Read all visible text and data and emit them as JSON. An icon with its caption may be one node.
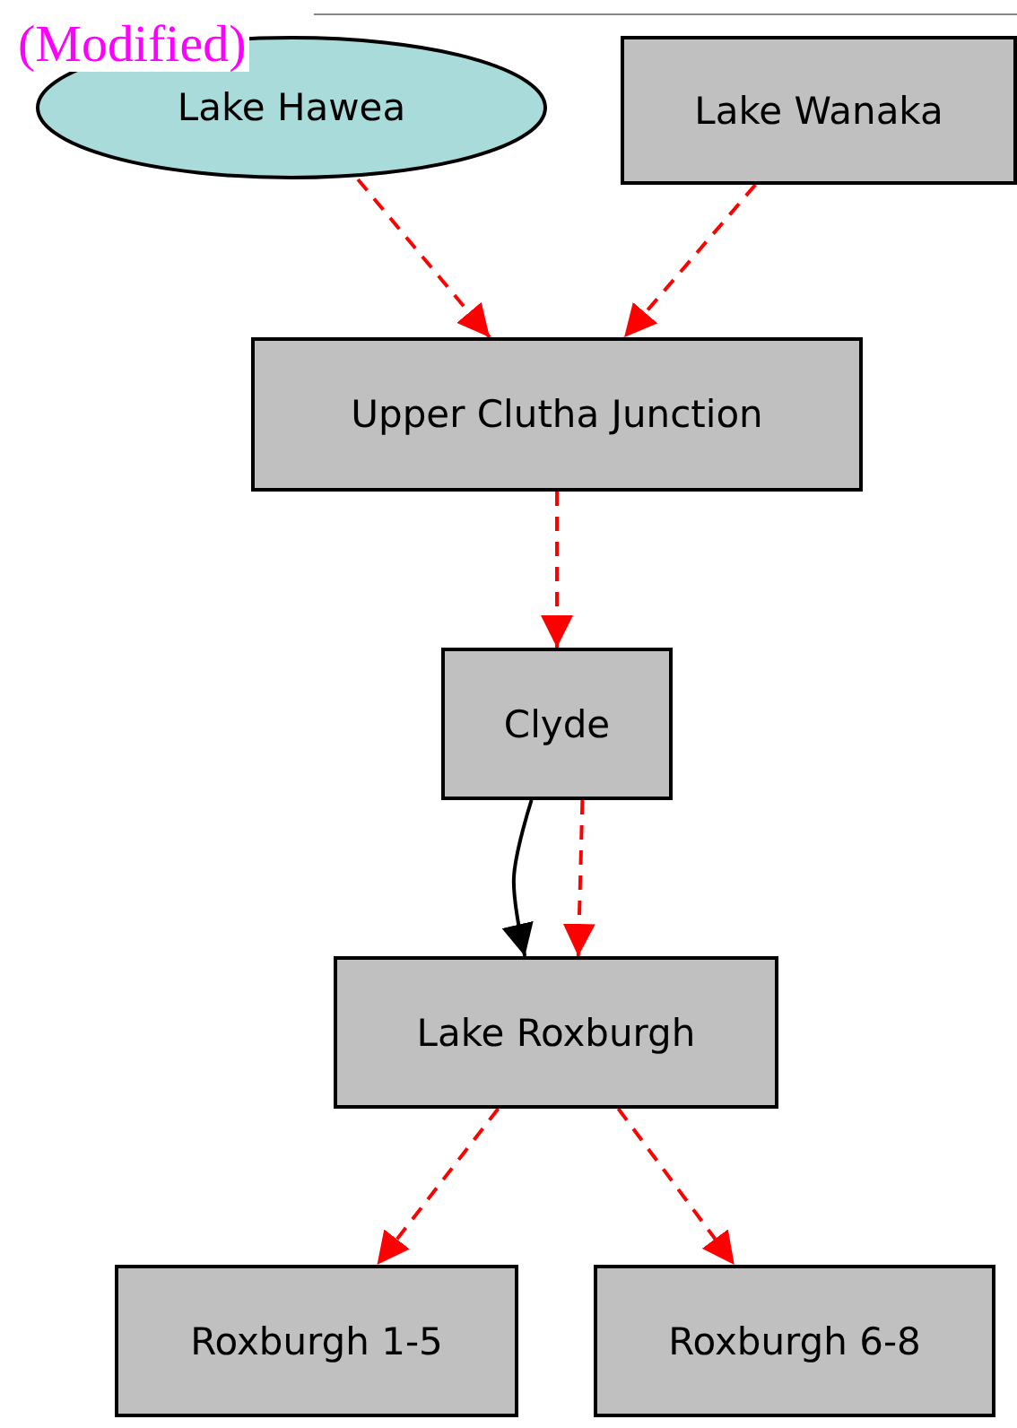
{
  "diagram": {
    "nodes": [
      {
        "text": [
          "Lake Hawea"
        ]
      },
      {
        "text": [
          "Lake Wanaka"
        ]
      },
      {
        "text": [
          "Upper Clutha Junction"
        ]
      },
      {
        "text": [
          "Clyde"
        ]
      },
      {
        "text": [
          "Lake Roxburgh"
        ]
      },
      {
        "text": [
          "Roxburgh 1-5"
        ]
      },
      {
        "text": [
          "Roxburgh 6-8"
        ]
      }
    ],
    "edges": [
      {
        "from": 0,
        "to": 2,
        "arrow": "to",
        "style": "dashed",
        "color": "#ff0000"
      },
      {
        "from": 1,
        "to": 2,
        "arrow": "to",
        "style": "dashed",
        "color": "#ff0000"
      },
      {
        "from": 2,
        "to": 3,
        "arrow": "to",
        "style": "dashed",
        "color": "#ff0000"
      },
      {
        "from": 3,
        "to": 4,
        "arrow": "to",
        "color": "#000000"
      },
      {
        "from": 3,
        "to": 4,
        "arrow": "to",
        "style": "dashed",
        "color": "#ff0000"
      },
      {
        "from": 4,
        "to": 5,
        "arrow": "to",
        "style": "dashed",
        "color": "#ff0000"
      },
      {
        "from": 4,
        "to": 6,
        "arrow": "to",
        "style": "dashed",
        "color": "#ff0000"
      }
    ],
    "labels": [
      "(Modified)"
    ]
  }
}
